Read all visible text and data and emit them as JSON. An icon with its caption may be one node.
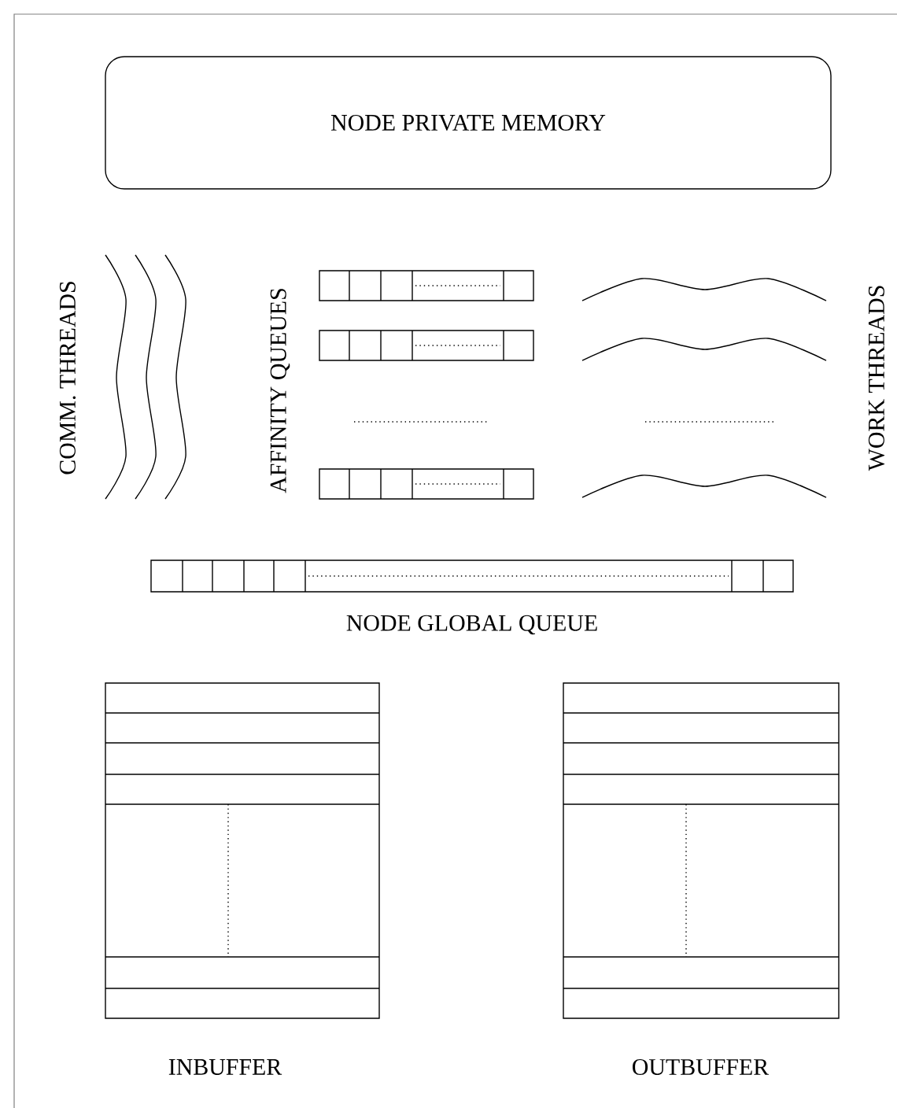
{
  "diagram": {
    "nodes": [
      {
        "text": [
          "NODE PRIVATE MEMORY"
        ]
      },
      {
        "text": [
          "NODE GLOBAL QUEUE"
        ]
      },
      {
        "text": [
          "INBUFFER"
        ]
      },
      {
        "text": [
          "OUTBUFFER"
        ]
      }
    ],
    "edges": [],
    "labels": [
      "COMM. THREADS",
      "AFFINITY QUEUES",
      "WORK THREADS"
    ]
  }
}
